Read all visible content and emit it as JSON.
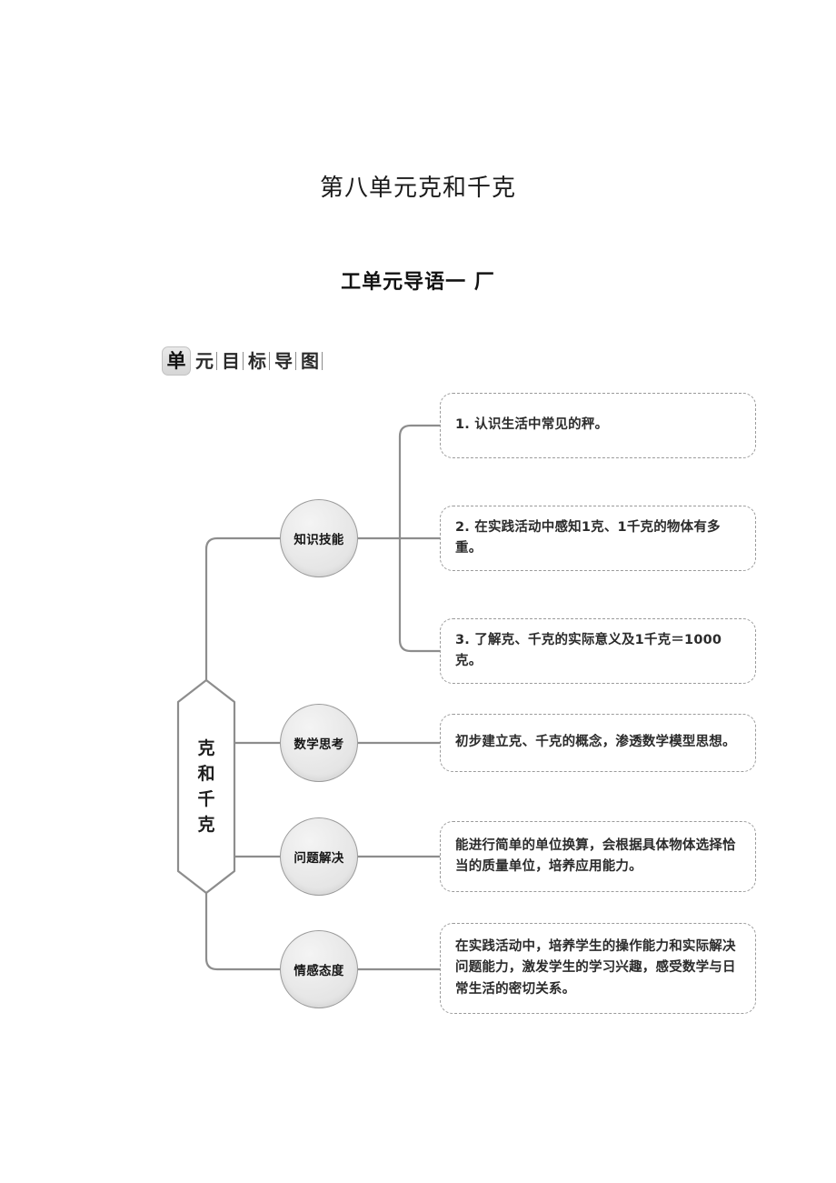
{
  "document": {
    "title": "第八单元克和千克",
    "subtitle": "工单元导语一 厂"
  },
  "section_header": {
    "badge_char": "单",
    "chars": [
      "元",
      "目",
      "标",
      "导",
      "图"
    ]
  },
  "mindmap": {
    "root": {
      "label": "克和千克",
      "chars": [
        "克",
        "和",
        "千",
        "克"
      ]
    },
    "branches": [
      {
        "node": "知识技能",
        "leaves": [
          "1. 认识生活中常见的秤。",
          "2. 在实践活动中感知1克、1千克的物体有多重。",
          "3. 了解克、千克的实际意义及1千克＝1000克。"
        ]
      },
      {
        "node": "数学思考",
        "leaves": [
          "初步建立克、千克的概念，渗透数学模型思想。"
        ]
      },
      {
        "node": "问题解决",
        "leaves": [
          "能进行简单的单位换算，会根据具体物体选择恰当的质量单位，培养应用能力。"
        ]
      },
      {
        "node": "情感态度",
        "leaves": [
          "在实践活动中，培养学生的操作能力和实际解决问题能力，激发学生的学习兴趣，感受数学与日常生活的密切关系。"
        ]
      }
    ]
  },
  "colors": {
    "page_background": "#ffffff",
    "line": "#8d8d8d",
    "node_fill": "#e8e8e8",
    "node_stroke": "#9a9a9a",
    "leaf_stroke": "#9b9b9b",
    "text": "#1f1f1f"
  }
}
